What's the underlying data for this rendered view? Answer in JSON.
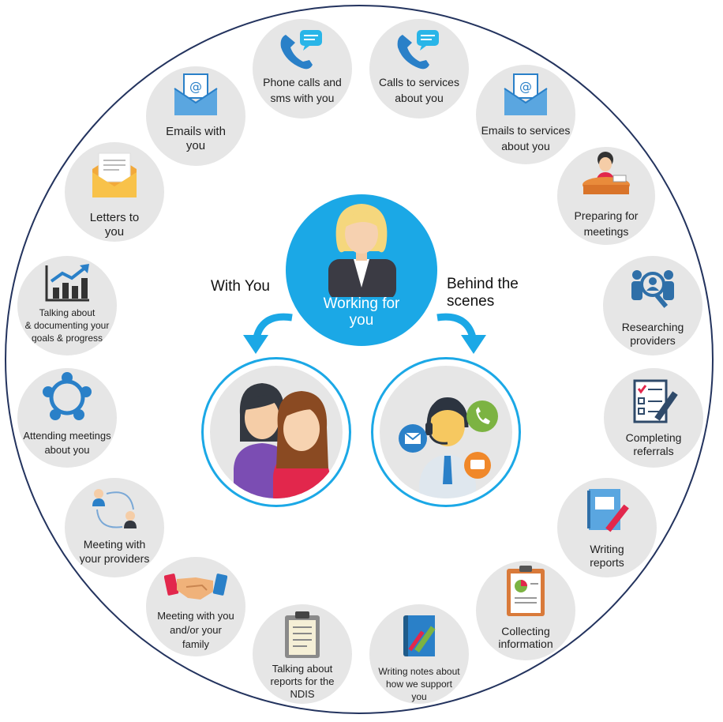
{
  "center": {
    "label": "Working for\nyou"
  },
  "branches": {
    "left": "With You",
    "right": "Behind the\nscenes"
  },
  "nodes": [
    {
      "label": "Phone calls and\nsms with you",
      "icon": "phone-chat-icon"
    },
    {
      "label": "Calls to services\nabout you",
      "icon": "phone-chat-icon"
    },
    {
      "label": "Emails to  services\nabout you",
      "icon": "email-envelope-icon"
    },
    {
      "label": "Preparing for\nmeetings",
      "icon": "desk-worker-icon"
    },
    {
      "label": "Researching\nproviders",
      "icon": "magnifier-people-icon"
    },
    {
      "label": "Completing\nreferrals",
      "icon": "checklist-pen-icon"
    },
    {
      "label": "Writing\nreports",
      "icon": "notepad-pencil-icon"
    },
    {
      "label": "Collecting\ninformation",
      "icon": "clipboard-chart-icon"
    },
    {
      "label": "Writing notes about\nhow we support\nyou",
      "icon": "notebook-pen-icon"
    },
    {
      "label": "Talking about\nreports for the\nNDIS",
      "icon": "clipboard-icon"
    },
    {
      "label": "Meeting with you\nand/or your\nfamily",
      "icon": "handshake-icon"
    },
    {
      "label": "Meeting with\nyour providers",
      "icon": "people-cycle-icon"
    },
    {
      "label": "Attending meetings\nabout you",
      "icon": "meeting-circle-icon"
    },
    {
      "label": "Talking about\n& documenting your\ngoals & progress",
      "icon": "growth-chart-icon"
    },
    {
      "label": "Letters to\nyou",
      "icon": "letter-envelope-icon"
    },
    {
      "label": "Emails with\nyou",
      "icon": "email-envelope-icon"
    }
  ],
  "colors": {
    "accent": "#1ba8e6",
    "ring": "#23335e",
    "node_bg": "#e6e6e6"
  }
}
